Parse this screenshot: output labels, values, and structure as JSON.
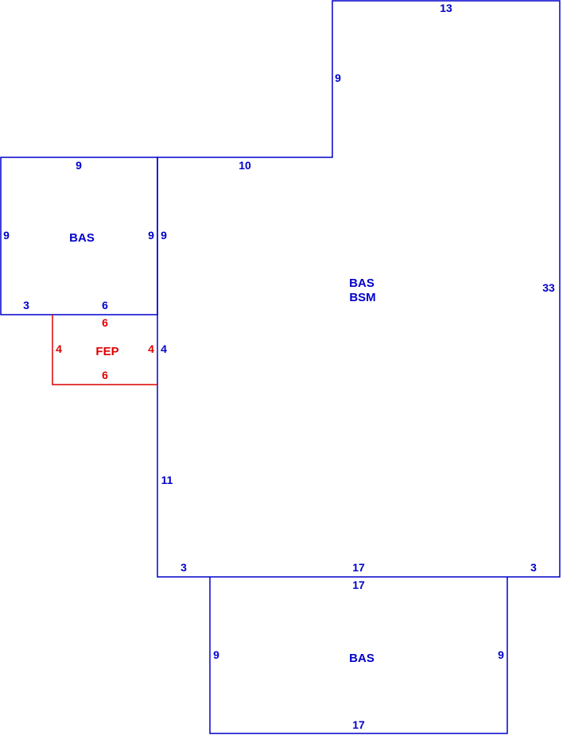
{
  "colors": {
    "primary": "#0000cc",
    "porch": "#dd0000"
  },
  "areas": {
    "main": {
      "line1": "BAS",
      "line2": "BSM"
    },
    "left_wing": {
      "label": "BAS"
    },
    "bottom_wing": {
      "label": "BAS"
    },
    "porch": {
      "label": "FEP"
    }
  },
  "dimensions": {
    "main_top": "13",
    "main_upper_left": "9",
    "main_step": "10",
    "main_right": "33",
    "main_left_upper": "9",
    "main_left_mid": "4",
    "main_left_lower": "11",
    "main_bottom_left": "3",
    "main_bottom_mid": "17",
    "main_bottom_right": "3",
    "left_top": "9",
    "left_left": "9",
    "left_right": "9",
    "left_bottom_a": "3",
    "left_bottom_b": "6",
    "porch_top": "6",
    "porch_left": "4",
    "porch_right": "4",
    "porch_bottom": "6",
    "bottom_top": "17",
    "bottom_left": "9",
    "bottom_right": "9",
    "bottom_bottom": "17"
  }
}
